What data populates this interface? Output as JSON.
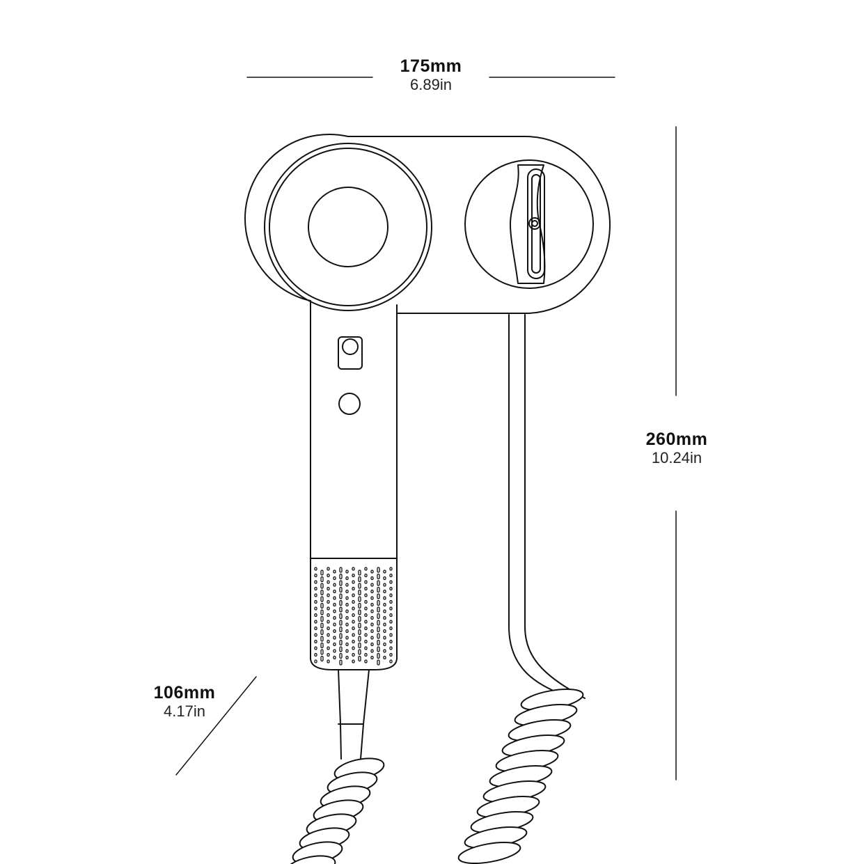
{
  "dimensions": {
    "width": {
      "mm": "175mm",
      "in": "6.89in"
    },
    "height": {
      "mm": "260mm",
      "in": "10.24in"
    },
    "depth": {
      "mm": "106mm",
      "in": "4.17in"
    }
  },
  "colors": {
    "line": "#111111",
    "background": "#ffffff"
  }
}
